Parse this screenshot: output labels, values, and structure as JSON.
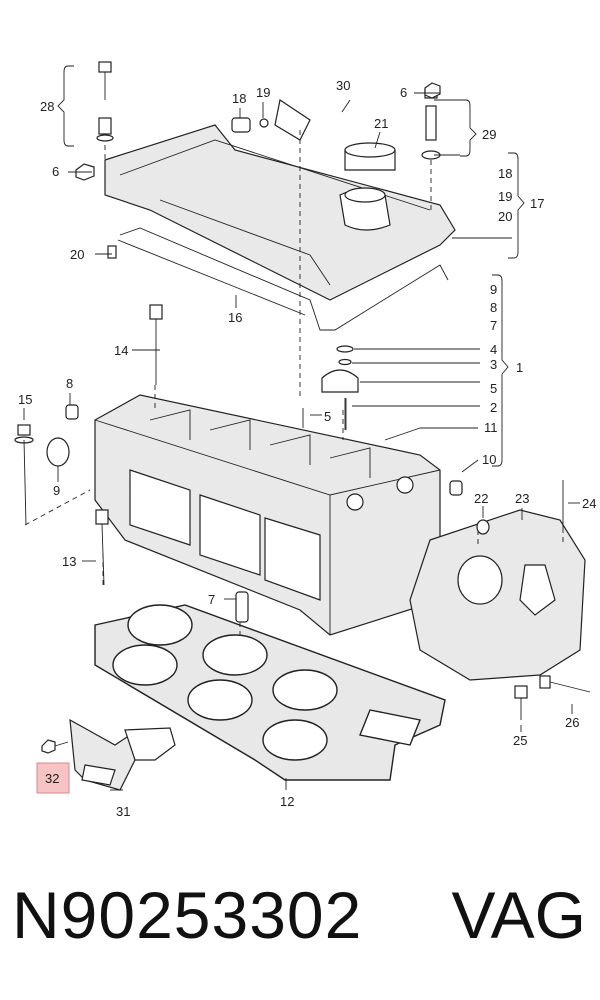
{
  "footer": {
    "part_number": "N90253302",
    "brand": "VAG"
  },
  "highlight_color": "#f6c4c4",
  "callouts": {
    "c1": "1",
    "c2": "2",
    "c3": "3",
    "c4": "4",
    "c5a": "5",
    "c5b": "5",
    "c6a": "6",
    "c6b": "6",
    "c7a": "7",
    "c7b": "7",
    "c8a": "8",
    "c8b": "8",
    "c9a": "9",
    "c9b": "9",
    "c10": "10",
    "c11": "11",
    "c12": "12",
    "c13": "13",
    "c14": "14",
    "c15": "15",
    "c16": "16",
    "c17": "17",
    "c18a": "18",
    "c18b": "18",
    "c19a": "19",
    "c19b": "19",
    "c20a": "20",
    "c20b": "20",
    "c21": "21",
    "c22": "22",
    "c23": "23",
    "c24": "24",
    "c25": "25",
    "c26": "26",
    "c28": "28",
    "c29": "29",
    "c30": "30",
    "c31": "31",
    "c32": "32"
  }
}
